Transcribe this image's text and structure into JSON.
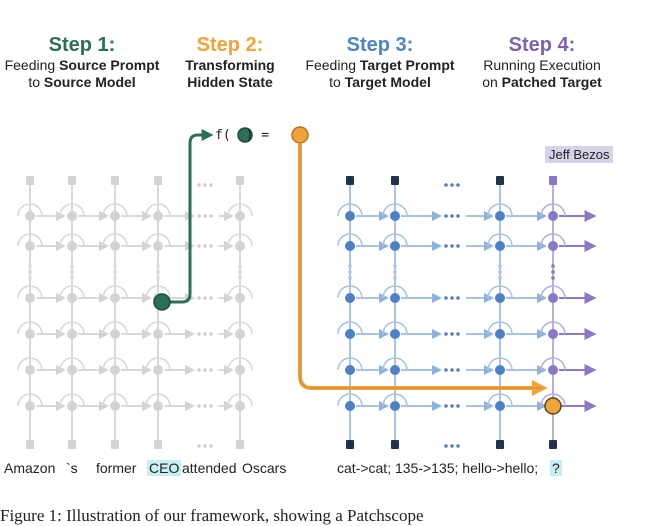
{
  "colors": {
    "step1": "#2c6e5a",
    "step2": "#f0a43a",
    "step3": "#4f84c4",
    "step4": "#7a63b4",
    "grey": "#d3d3d3",
    "blue_node": "#4f7fc4",
    "dark_navy": "#1f3350",
    "purple": "#8b76c8",
    "teal_node": "#2c6e5a",
    "orange": "#f0a43a"
  },
  "steps": [
    {
      "title": "Step 1:",
      "desc_pre": "Feeding ",
      "desc_bold": "Source Prompt",
      "desc_mid": "to ",
      "desc_bold2": "Source Model"
    },
    {
      "title": "Step 2:",
      "desc_pre": "",
      "desc_bold": "Transforming",
      "desc_mid": "",
      "desc_bold2": "Hidden State"
    },
    {
      "title": "Step 3:",
      "desc_pre": "Feeding ",
      "desc_bold": "Target Prompt",
      "desc_mid": "to ",
      "desc_bold2": "Target Model"
    },
    {
      "title": "Step 4:",
      "desc_pre": "Running Execution",
      "desc_bold": "",
      "desc_mid": "on ",
      "desc_bold2": "Patched Target"
    }
  ],
  "function_label": {
    "prefix": "f(",
    "suffix": ") ="
  },
  "output_label": "Jeff Bezos",
  "source_tokens": [
    "Amazon",
    "`s",
    "former",
    "CEO",
    "attended",
    "Oscars"
  ],
  "source_highlight_index": 3,
  "target_prompt": "cat->cat; 135->135; hello->hello;",
  "target_query_token": "?",
  "caption": "Figure 1: Illustration of our framework, showing a Patchscope"
}
